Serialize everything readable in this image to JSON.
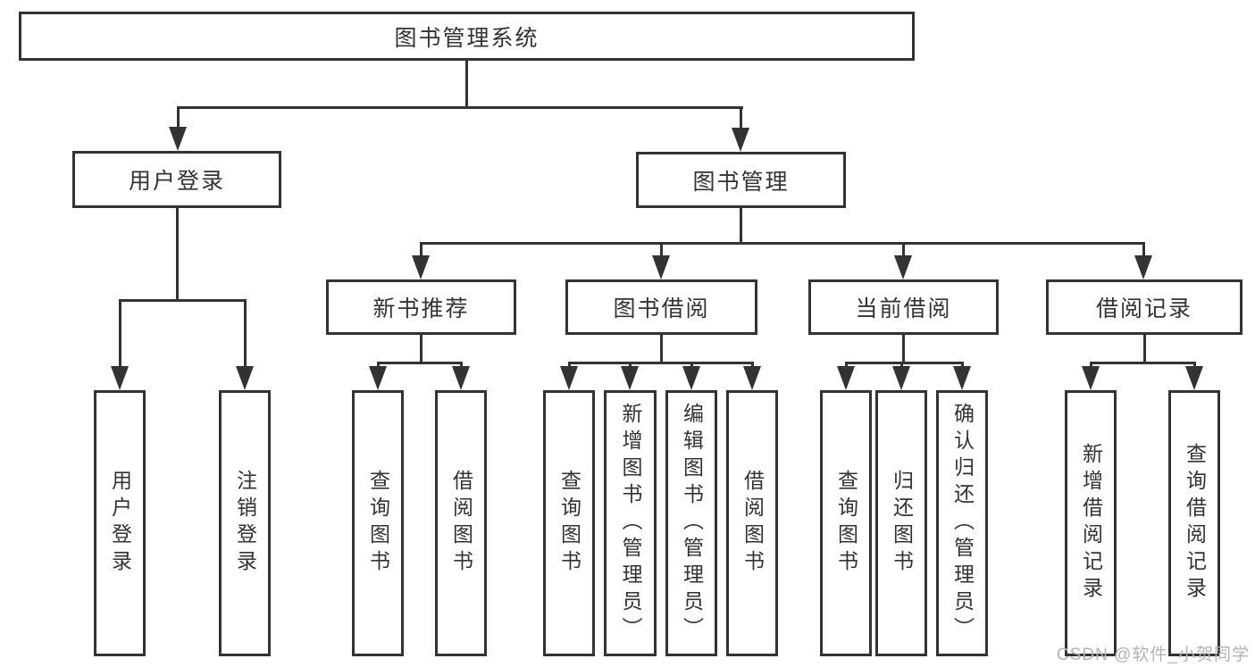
{
  "colors": {
    "line": "#333333",
    "text": "#333333",
    "background": "#ffffff",
    "watermark": "#b3b3b3"
  },
  "nodes": {
    "root": "图书管理系统",
    "user_login": "用户登录",
    "book_mgmt": "图书管理",
    "new_book": "新书推荐",
    "book_borrow": "图书借阅",
    "current_borrow": "当前借阅",
    "borrow_record": "借阅记录",
    "leaf_user_login": "用户登录",
    "leaf_logout": "注销登录",
    "leaf_nb_query_book": "查询图书",
    "leaf_nb_borrow_book": "借阅图书",
    "leaf_bb_query_book": "查询图书",
    "leaf_bb_add_book": "新增图书（管理员）",
    "leaf_bb_edit_book": "编辑图书（管理员）",
    "leaf_bb_borrow_book": "借阅图书",
    "leaf_cb_query_book": "查询图书",
    "leaf_cb_return_book": "归还图书",
    "leaf_cb_confirm_return": "确认归还（管理员）",
    "leaf_br_add_record": "新增借阅记录",
    "leaf_br_query_record": "查询借阅记录"
  },
  "hierarchy": {
    "图书管理系统": {
      "用户登录": [
        "用户登录",
        "注销登录"
      ],
      "图书管理": {
        "新书推荐": [
          "查询图书",
          "借阅图书"
        ],
        "图书借阅": [
          "查询图书",
          "新增图书（管理员）",
          "编辑图书（管理员）",
          "借阅图书"
        ],
        "当前借阅": [
          "查询图书",
          "归还图书",
          "确认归还（管理员）"
        ],
        "借阅记录": [
          "新增借阅记录",
          "查询借阅记录"
        ]
      }
    }
  },
  "watermark": {
    "text": "CSDN @软件_小贺同学"
  }
}
